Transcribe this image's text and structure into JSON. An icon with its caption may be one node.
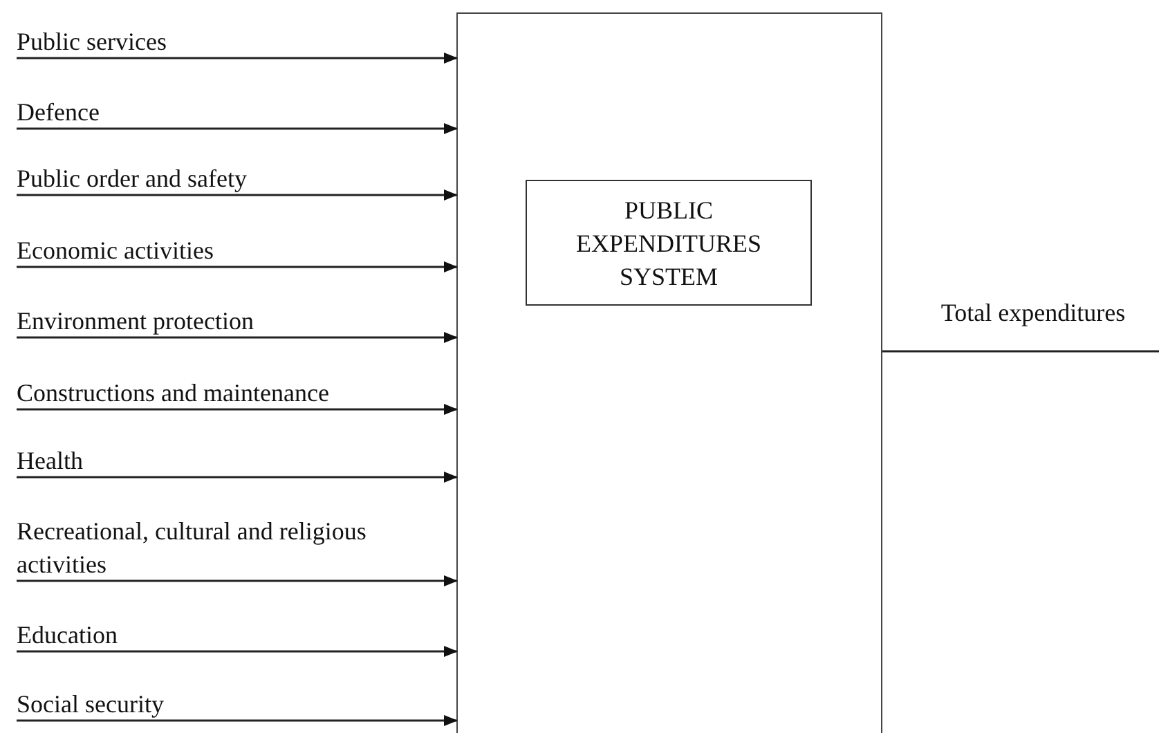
{
  "diagram": {
    "nodes": [
      {
        "text": [],
        "shape": "box"
      },
      {
        "text": [
          "PUBLIC EXPENDITURES SYSTEM"
        ],
        "in": 0
      },
      {
        "text": [
          "Public services"
        ]
      },
      {
        "text": [
          "Defence"
        ]
      },
      {
        "text": [
          "Public order and safety"
        ]
      },
      {
        "text": [
          "Economic activities"
        ]
      },
      {
        "text": [
          "Environment protection"
        ]
      },
      {
        "text": [
          "Constructions and maintenance"
        ]
      },
      {
        "text": [
          "Health"
        ]
      },
      {
        "text": [
          "Recreational, cultural and religious activities"
        ]
      },
      {
        "text": [
          "Education"
        ]
      },
      {
        "text": [
          "Social security"
        ]
      },
      {
        "text": [
          "Total expenditures"
        ]
      }
    ],
    "edges": [
      {
        "from": 2,
        "to": 0,
        "arrow": "to"
      },
      {
        "from": 3,
        "to": 0,
        "arrow": "to"
      },
      {
        "from": 4,
        "to": 0,
        "arrow": "to"
      },
      {
        "from": 5,
        "to": 0,
        "arrow": "to"
      },
      {
        "from": 6,
        "to": 0,
        "arrow": "to"
      },
      {
        "from": 7,
        "to": 0,
        "arrow": "to"
      },
      {
        "from": 8,
        "to": 0,
        "arrow": "to"
      },
      {
        "from": 9,
        "to": 0,
        "arrow": "to"
      },
      {
        "from": 10,
        "to": 0,
        "arrow": "to"
      },
      {
        "from": 11,
        "to": 0,
        "arrow": "to"
      },
      {
        "from": 0,
        "to": 12,
        "arrow": "none"
      }
    ]
  }
}
